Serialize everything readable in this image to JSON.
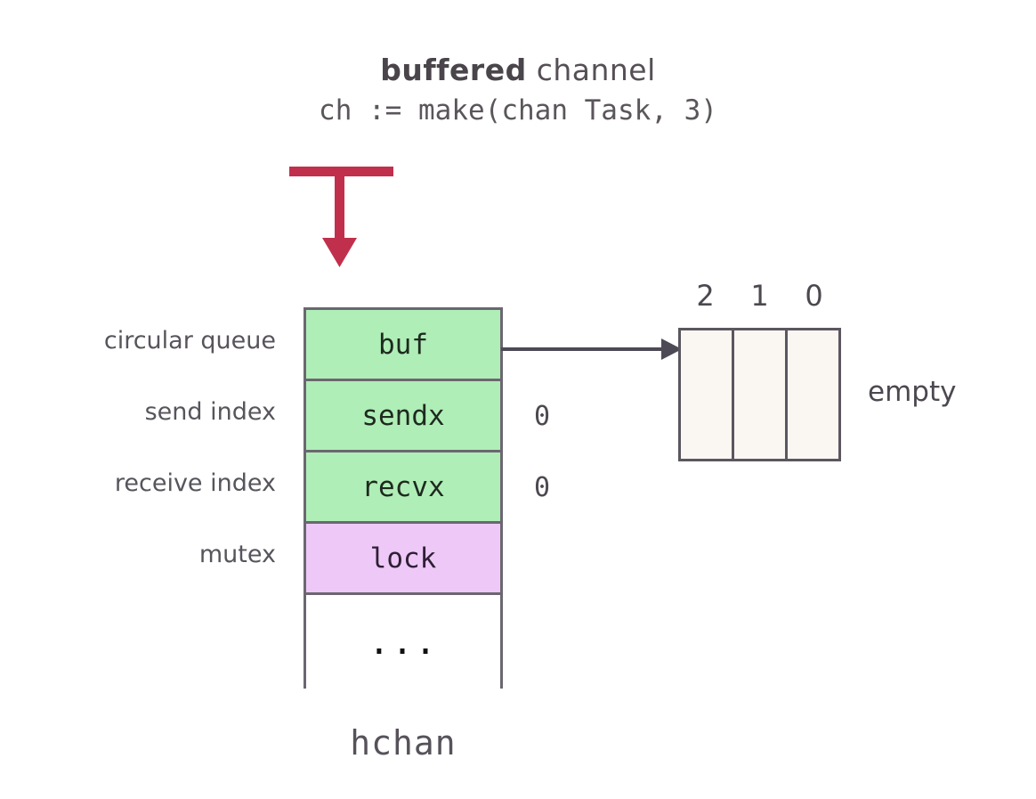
{
  "title": {
    "emphasis": "buffered",
    "rest": " channel",
    "code": "ch := make(chan Task, 3)"
  },
  "colors": {
    "accent_red": "#c0304c",
    "field_green": "#b0eeb8",
    "field_purple": "#eec9f7",
    "border_gray": "#6b6770",
    "cell_cream": "#faf6f2",
    "text_gray": "#58545c"
  },
  "hchan": {
    "caption": "hchan",
    "rows": [
      {
        "field": "buf",
        "label": "circular queue",
        "value": "",
        "style": "green"
      },
      {
        "field": "sendx",
        "label": "send index",
        "value": "0",
        "style": "green"
      },
      {
        "field": "recvx",
        "label": "receive index",
        "value": "0",
        "style": "green"
      },
      {
        "field": "lock",
        "label": "mutex",
        "value": "",
        "style": "purple"
      },
      {
        "field": "...",
        "label": "",
        "value": "",
        "style": "plain"
      }
    ]
  },
  "buffer": {
    "indices": [
      "2",
      "1",
      "0"
    ],
    "cells": [
      "",
      "",
      ""
    ],
    "state_label": "empty"
  }
}
